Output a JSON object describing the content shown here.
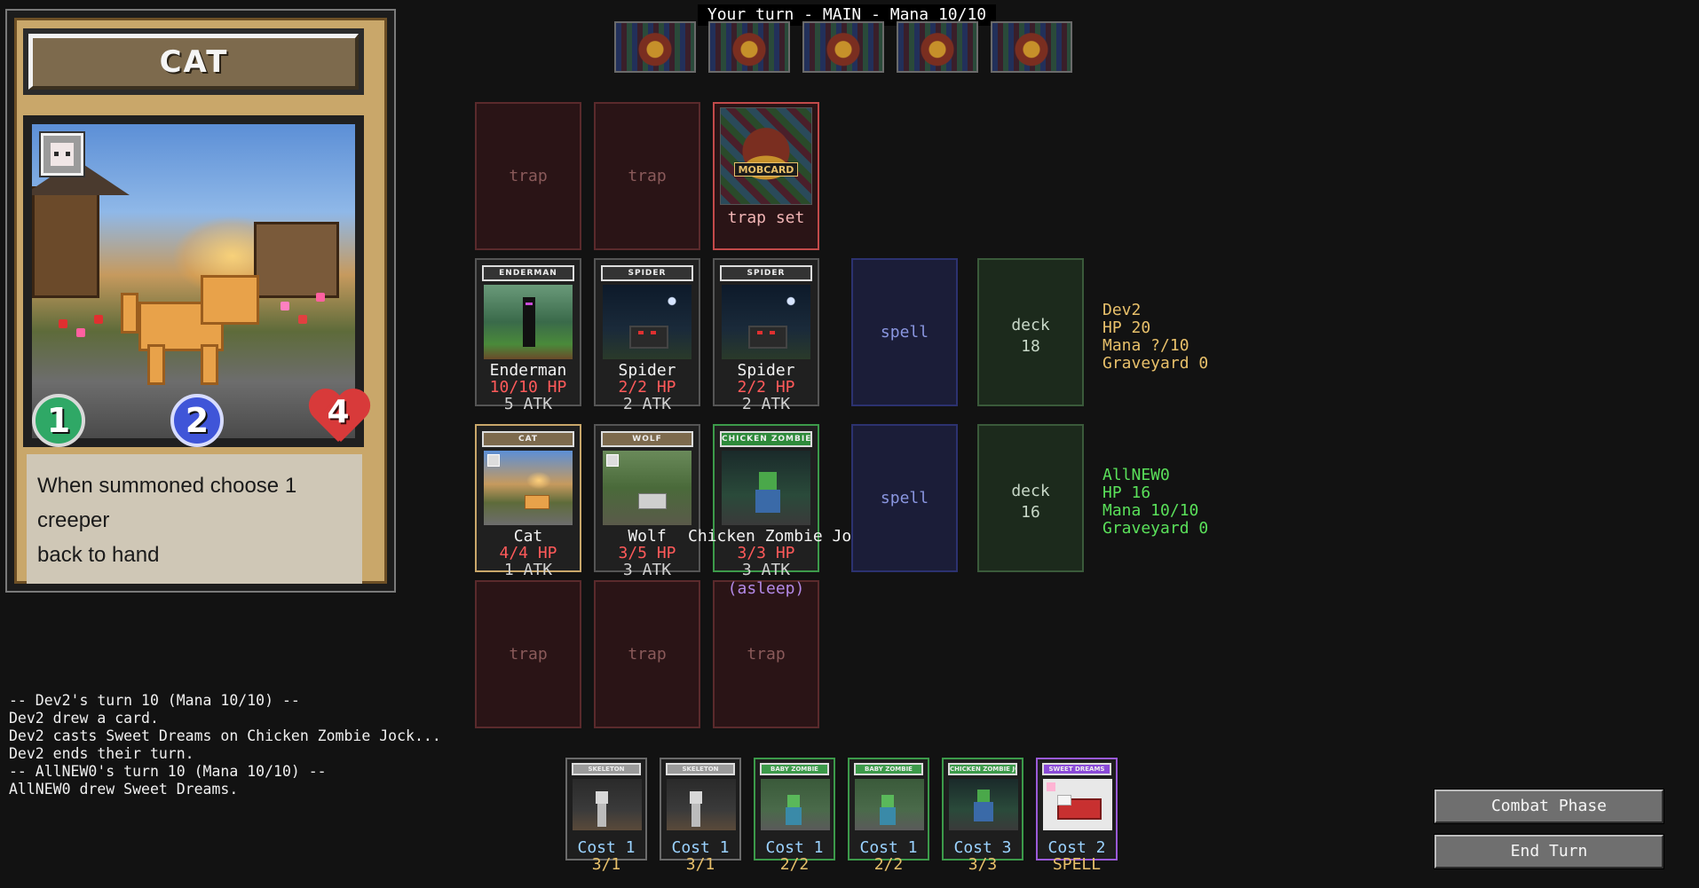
{
  "header": {
    "turn_banner": "Your turn - MAIN - Mana 10/10"
  },
  "opponent_hand": [
    {
      "name": "opponent-card-back"
    },
    {
      "name": "opponent-card-back"
    },
    {
      "name": "opponent-card-back"
    },
    {
      "name": "opponent-card-back"
    },
    {
      "name": "opponent-card-back"
    }
  ],
  "preview": {
    "title": "CAT",
    "attack": "1",
    "cost": "2",
    "health": "4",
    "description_line1": "When summoned choose 1 creeper",
    "description_line2": "back to hand"
  },
  "opponent_board": {
    "traps": [
      {
        "label": "trap"
      },
      {
        "label": "trap"
      },
      {
        "label": "trap set",
        "logo": "MOBCARD"
      }
    ],
    "mobs": [
      {
        "header": "ENDERMAN",
        "name": "Enderman",
        "hp": "10/10 HP",
        "atk": "5 ATK"
      },
      {
        "header": "SPIDER",
        "name": "Spider",
        "hp": "2/2 HP",
        "atk": "2 ATK"
      },
      {
        "header": "SPIDER",
        "name": "Spider",
        "hp": "2/2 HP",
        "atk": "2 ATK"
      }
    ],
    "spell_label": "spell",
    "deck_label": "deck",
    "deck_count": "18"
  },
  "player_board": {
    "mobs": [
      {
        "header": "CAT",
        "name": "Cat",
        "hp": "4/4 HP",
        "atk": "1 ATK"
      },
      {
        "header": "WOLF",
        "name": "Wolf",
        "hp": "3/5 HP",
        "atk": "3 ATK"
      },
      {
        "header": "CHICKEN ZOMBIE JOCKEY",
        "name": "Chicken Zombie Jockey",
        "hp": "3/3 HP",
        "atk": "3 ATK",
        "status": "(asleep)"
      }
    ],
    "traps": [
      {
        "label": "trap"
      },
      {
        "label": "trap"
      },
      {
        "label": "trap"
      }
    ],
    "spell_label": "spell",
    "deck_label": "deck",
    "deck_count": "16"
  },
  "opponent_info": {
    "name": "Dev2",
    "hp": "HP 20",
    "mana": "Mana ?/10",
    "graveyard": "Graveyard 0"
  },
  "player_info": {
    "name": "AllNEW0",
    "hp": "HP 16",
    "mana": "Mana 10/10",
    "graveyard": "Graveyard 0"
  },
  "log": [
    "-- Dev2's turn 10 (Mana 10/10) --",
    "Dev2 drew a card.",
    "Dev2 casts Sweet Dreams on Chicken Zombie Jock...",
    "Dev2 ends their turn.",
    "-- AllNEW0's turn 10 (Mana 10/10) --",
    "AllNEW0 drew Sweet Dreams."
  ],
  "hand": [
    {
      "header": "SKELETON",
      "cost": "Cost 1",
      "stats": "3/1",
      "style": "grey"
    },
    {
      "header": "SKELETON",
      "cost": "Cost 1",
      "stats": "3/1",
      "style": "grey"
    },
    {
      "header": "BABY ZOMBIE",
      "cost": "Cost 1",
      "stats": "2/2",
      "style": "green"
    },
    {
      "header": "BABY ZOMBIE",
      "cost": "Cost 1",
      "stats": "2/2",
      "style": "green"
    },
    {
      "header": "CHICKEN ZOMBIE JOCKEY",
      "cost": "Cost 3",
      "stats": "3/3",
      "style": "green"
    },
    {
      "header": "SWEET DREAMS",
      "cost": "Cost 2",
      "stats": "SPELL",
      "style": "purple"
    }
  ],
  "buttons": {
    "combat": "Combat Phase",
    "end_turn": "End Turn"
  },
  "colors": {
    "hp_red": "#ff5a5a",
    "opponent_info": "#e8c06a",
    "player_info": "#5ae05a",
    "cost_blue": "#9ad2ff"
  }
}
